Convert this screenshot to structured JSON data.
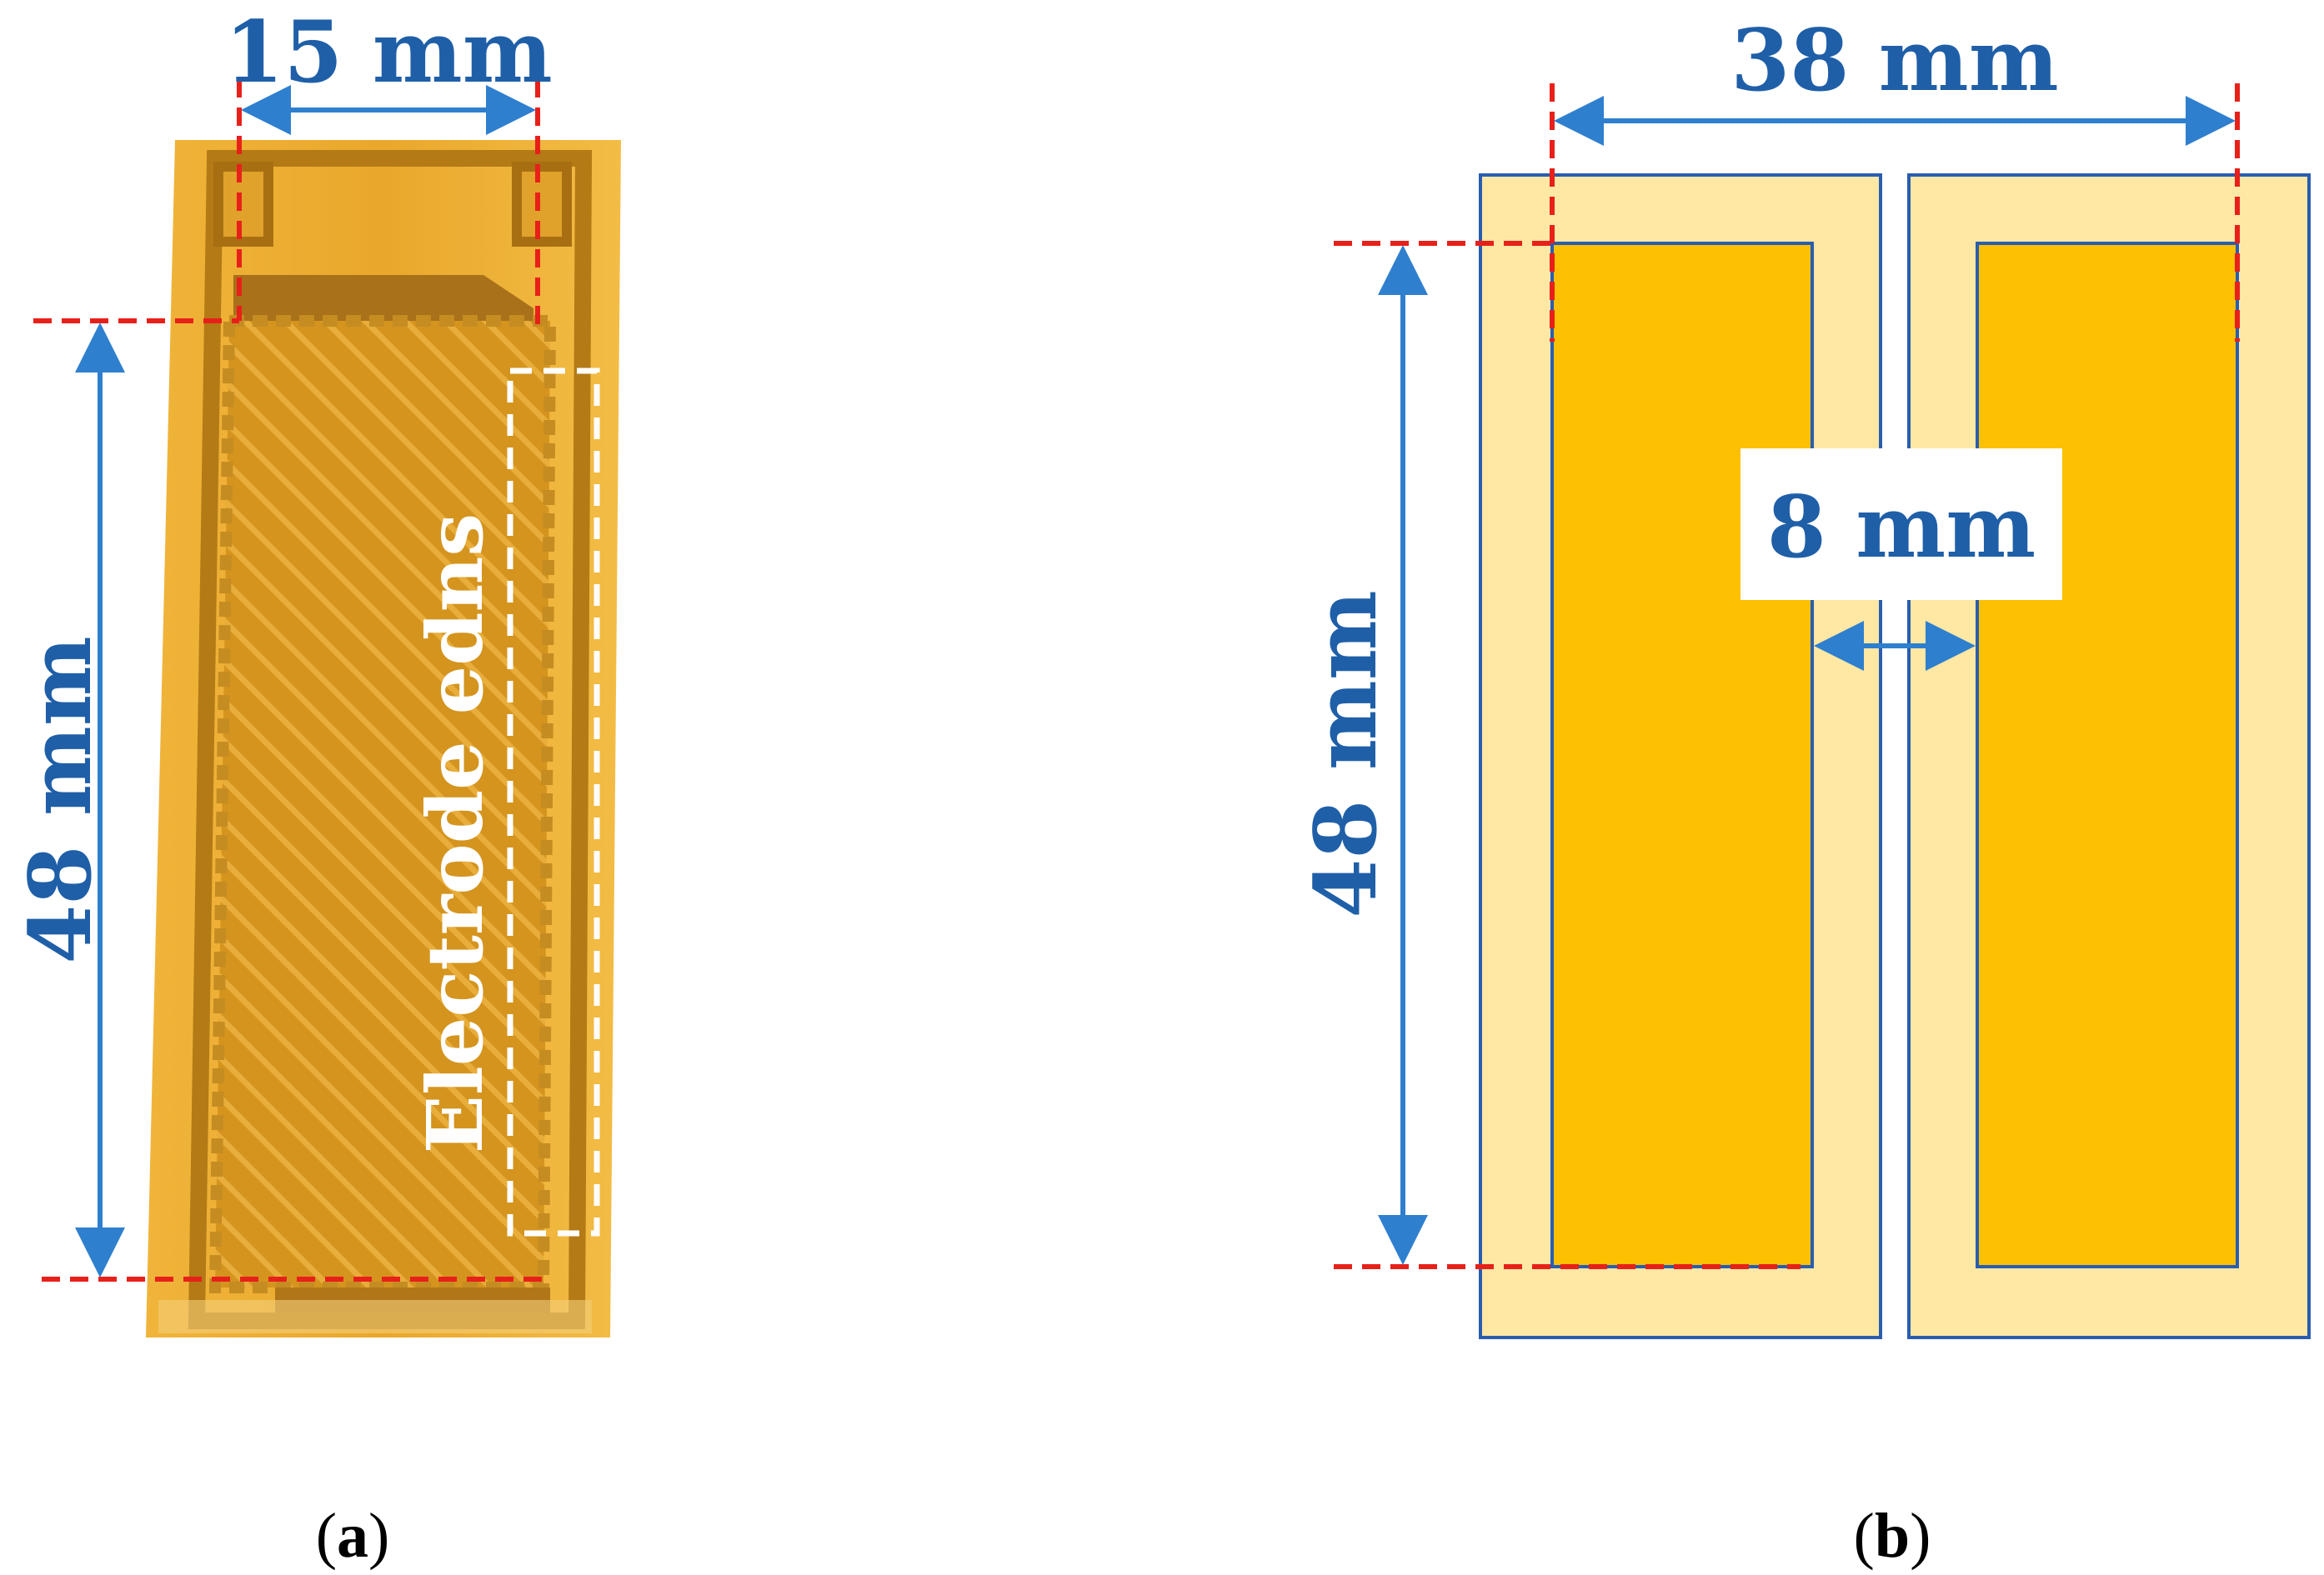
{
  "panel_a": {
    "width_label": "15 mm",
    "height_label": "48 mm",
    "region_label": "Electrode edns",
    "caption_open": "(",
    "caption_letter": "a",
    "caption_close": ")"
  },
  "panel_b": {
    "width_label": "38 mm",
    "height_label": "48 mm",
    "gap_label": "8 mm",
    "caption_open": "(",
    "caption_letter": "b",
    "caption_close": ")"
  },
  "colors": {
    "dimension_blue": "#1f5fa8",
    "arrow_blue": "#2f7fcf",
    "guide_red": "#e8201a",
    "substrate_light": "#fee8a4",
    "electrode_gold": "#fdc002",
    "kapton_amber": "#e3a425"
  }
}
